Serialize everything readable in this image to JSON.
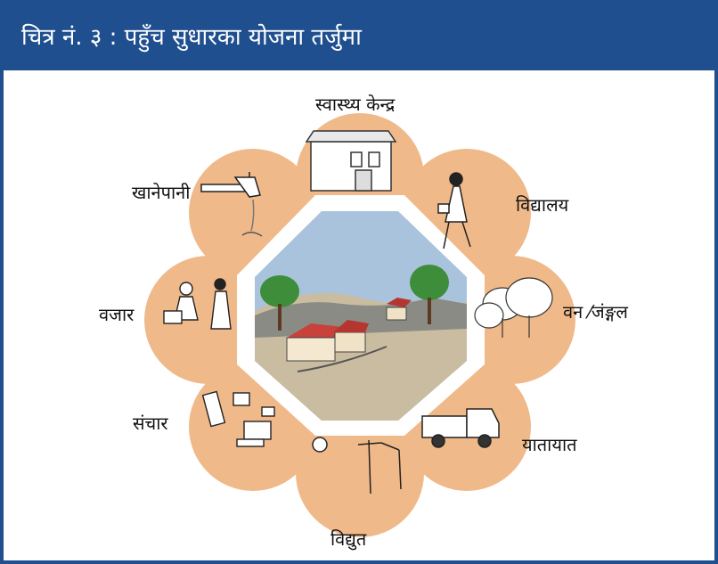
{
  "header": {
    "title": "चित्र नं. ३ : पहुँच सुधारका योजना तर्जुमा"
  },
  "labels": {
    "health": "स्वास्थ्य केन्द्र",
    "school": "विद्यालय",
    "forest": "वन  ⁄जंङ्गल",
    "transport": "यातायात",
    "electricity": "विद्युत",
    "communication": "संचार",
    "market": "वजार",
    "water": "खानेपानी"
  },
  "colors": {
    "header_bg": "#1f4f8f",
    "petal": "#f0b98a",
    "center_bg": "#a9c3dc"
  },
  "icons": [
    "health-post-building-icon",
    "school-girl-icon",
    "forest-trees-icon",
    "truck-icon",
    "electricity-pole-icon",
    "telephone-computer-icon",
    "market-vendors-icon",
    "water-tap-icon",
    "village-scene-icon"
  ]
}
